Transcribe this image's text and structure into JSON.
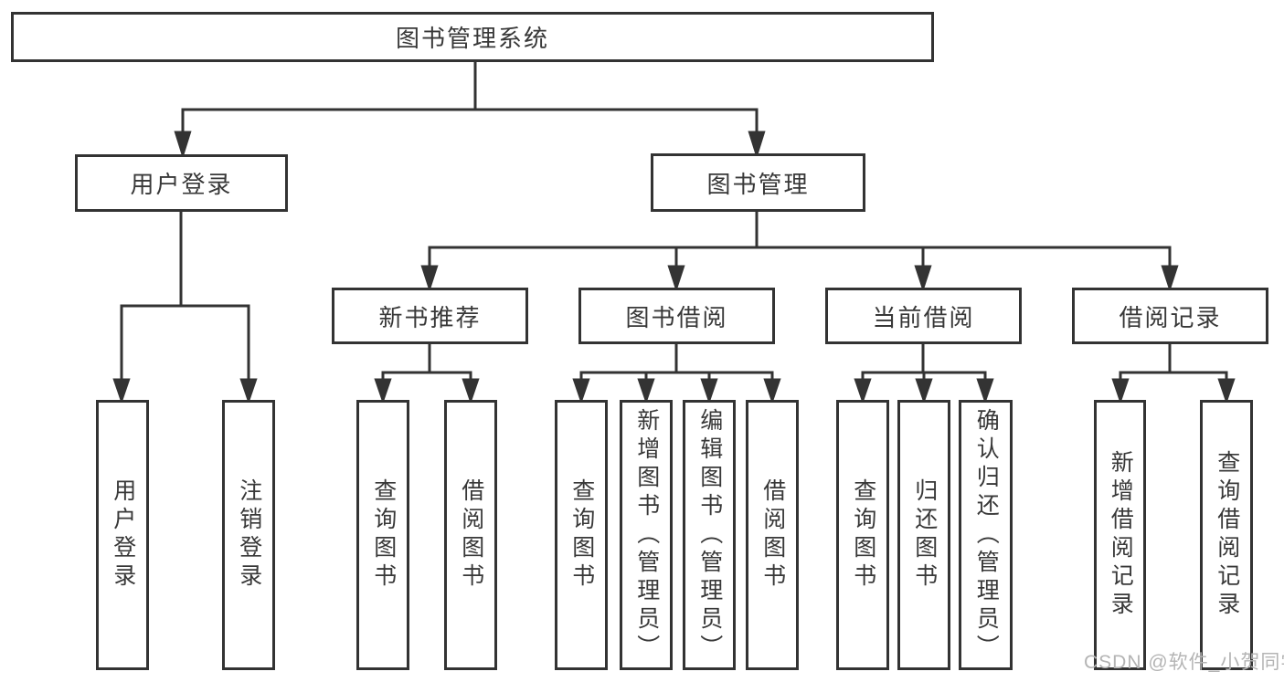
{
  "tree": {
    "label": "图书管理系统",
    "children": [
      {
        "label": "用户登录",
        "children": [
          {
            "label": "用户登录"
          },
          {
            "label": "注销登录"
          }
        ]
      },
      {
        "label": "图书管理",
        "children": [
          {
            "label": "新书推荐",
            "children": [
              {
                "label": "查询图书"
              },
              {
                "label": "借阅图书"
              }
            ]
          },
          {
            "label": "图书借阅",
            "children": [
              {
                "label": "查询图书"
              },
              {
                "label": "新增图书（管理员）"
              },
              {
                "label": "编辑图书（管理员）"
              },
              {
                "label": "借阅图书"
              }
            ]
          },
          {
            "label": "当前借阅",
            "children": [
              {
                "label": "查询图书"
              },
              {
                "label": "归还图书"
              },
              {
                "label": "确认归还（管理员）"
              }
            ]
          },
          {
            "label": "借阅记录",
            "children": [
              {
                "label": "新增借阅记录"
              },
              {
                "label": "查询借阅记录"
              }
            ]
          }
        ]
      }
    ]
  },
  "watermark": {
    "text": "CSDN @软件_小贺同学"
  },
  "colors": {
    "line": "#333333",
    "box_border": "#333333",
    "text": "#383838",
    "watermark": "#b4b4b4",
    "background": "#ffffff"
  }
}
